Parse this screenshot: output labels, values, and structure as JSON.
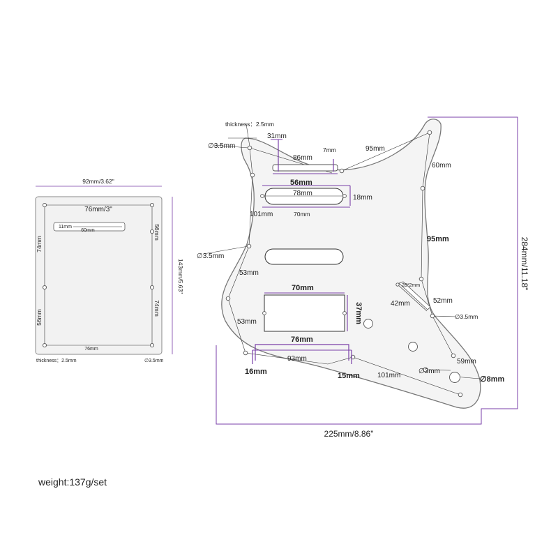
{
  "colors": {
    "dimension_line": "#7a3fa8",
    "plate_fill": "#f2f2f2",
    "outline": "#777777"
  },
  "backplate": {
    "width_label": "92mm/3.62\"",
    "height_label": "143mm/5.63\"",
    "inner_width_label": "76mm/3\"",
    "slot_small_label": "11mm",
    "slot_long_label": "60mm",
    "left_top_label": "74mm",
    "left_bottom_label": "56mm",
    "right_top_label": "56mm",
    "right_bottom_label": "74mm",
    "bottom_label": "76mm",
    "thickness_label": "thickness：2.5mm",
    "hole_label": "∅3.5mm"
  },
  "pickguard": {
    "thickness_label": "thickness：2.5mm",
    "hole_top_left": "∅3.5mm",
    "hole_mid_left": "∅3.5mm",
    "hole_right": "∅3.5mm",
    "hole_small": "∅3mm",
    "hole_jack": "∅8mm",
    "d31": "31mm",
    "d86": "86mm",
    "d7": "7mm",
    "d95_top": "95mm",
    "d60": "60mm",
    "d56": "56mm",
    "d78": "78mm",
    "d18": "18mm",
    "d101_left": "101mm",
    "d70_small": "70mm",
    "d95_right": "95mm",
    "d53_upper": "53mm",
    "d70_hum": "70mm",
    "d37": "37mm",
    "d53_lower": "53mm",
    "d28x2": "28*2mm",
    "d42": "42mm",
    "d52": "52mm",
    "d76": "76mm",
    "d93": "93mm",
    "d16": "16mm",
    "d15": "15mm",
    "d101_bottom": "101mm",
    "d59": "59mm",
    "overall_width": "225mm/8.86\"",
    "overall_height": "284mm/11.18\""
  },
  "weight_label": "weight:137g/set"
}
